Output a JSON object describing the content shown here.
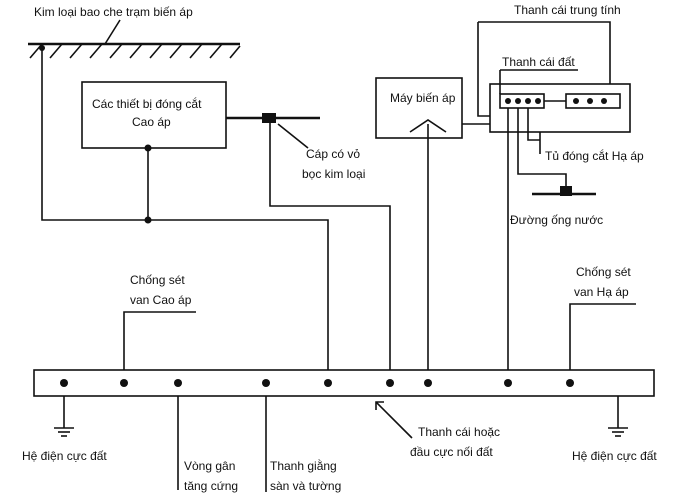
{
  "labels": {
    "enclosure": "Kim loại bao che trạm biến áp",
    "hv_switchgear_line1": "Các thiết bị đóng cắt",
    "hv_switchgear_line2": "Cao áp",
    "cable_line1": "Cáp có vỏ",
    "cable_line2": "bọc kim loại",
    "transformer": "Máy biến áp",
    "neutral_bus": "Thanh cái trung tính",
    "earth_bus": "Thanh cái đất",
    "lv_switchgear": "Tủ đóng cắt Hạ áp",
    "water_pipe": "Đường ống nước",
    "hv_arrester_line1": "Chống sét",
    "hv_arrester_line2": "van Cao áp",
    "lv_arrester_line1": "Chống sét",
    "lv_arrester_line2": "van Hạ áp",
    "earth_left": "Hệ điện cực đất",
    "earth_right": "Hệ điện cực đất",
    "ring_line1": "Vòng gân",
    "ring_line2": "tăng cứng",
    "floor_line1": "Thanh giằng",
    "floor_line2": "sàn và tường",
    "main_bar_line1": "Thanh cái hoặc",
    "main_bar_line2": "đầu cực nối đất"
  }
}
